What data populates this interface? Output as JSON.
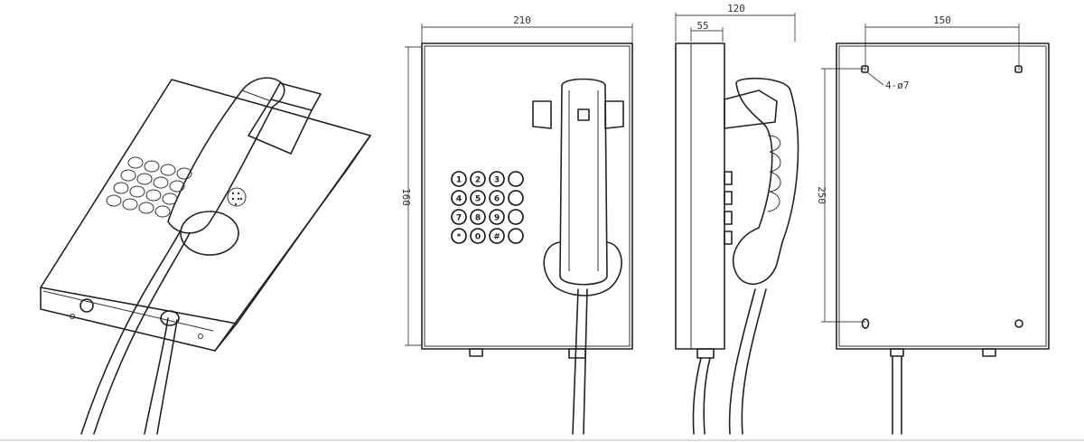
{
  "dimensions": {
    "front_width": "210",
    "front_height": "160",
    "side_depth": "120",
    "side_inner": "55",
    "back_hole_spacing_x": "150",
    "back_hole_spacing_y": "250",
    "back_hole_spec": "4-ø7"
  },
  "keypad": {
    "rows": [
      [
        "1",
        "2",
        "3",
        ""
      ],
      [
        "4",
        "5",
        "6",
        ""
      ],
      [
        "7",
        "8",
        "9",
        ""
      ],
      [
        "*",
        "0",
        "#",
        ""
      ]
    ]
  },
  "colors": {
    "line": "#222222",
    "background": "#ffffff"
  }
}
